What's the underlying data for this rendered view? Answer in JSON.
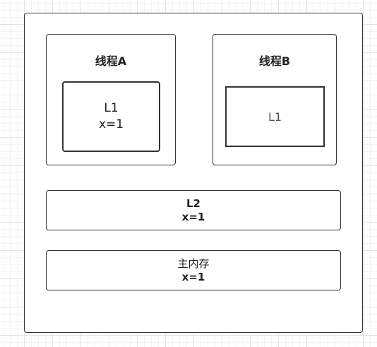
{
  "thread_a": {
    "title": "线程A",
    "cache": {
      "label": "L1",
      "value": "x=1"
    }
  },
  "thread_b": {
    "title": "线程B",
    "cache": {
      "label": "L1"
    }
  },
  "l2_cache": {
    "label": "L2",
    "value": "x=1"
  },
  "main_memory": {
    "label": "主内存",
    "value": "x=1"
  }
}
